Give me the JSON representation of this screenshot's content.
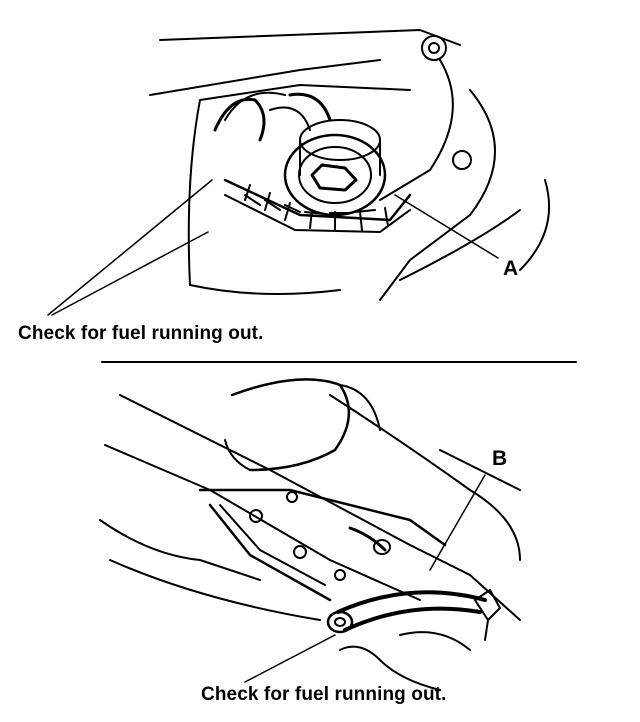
{
  "top_panel": {
    "callout_label": "A",
    "caption": "Check for fuel running out."
  },
  "bottom_panel": {
    "callout_label": "B",
    "caption": "Check for fuel running out."
  },
  "colors": {
    "ink": "#000000",
    "paper": "#ffffff"
  }
}
